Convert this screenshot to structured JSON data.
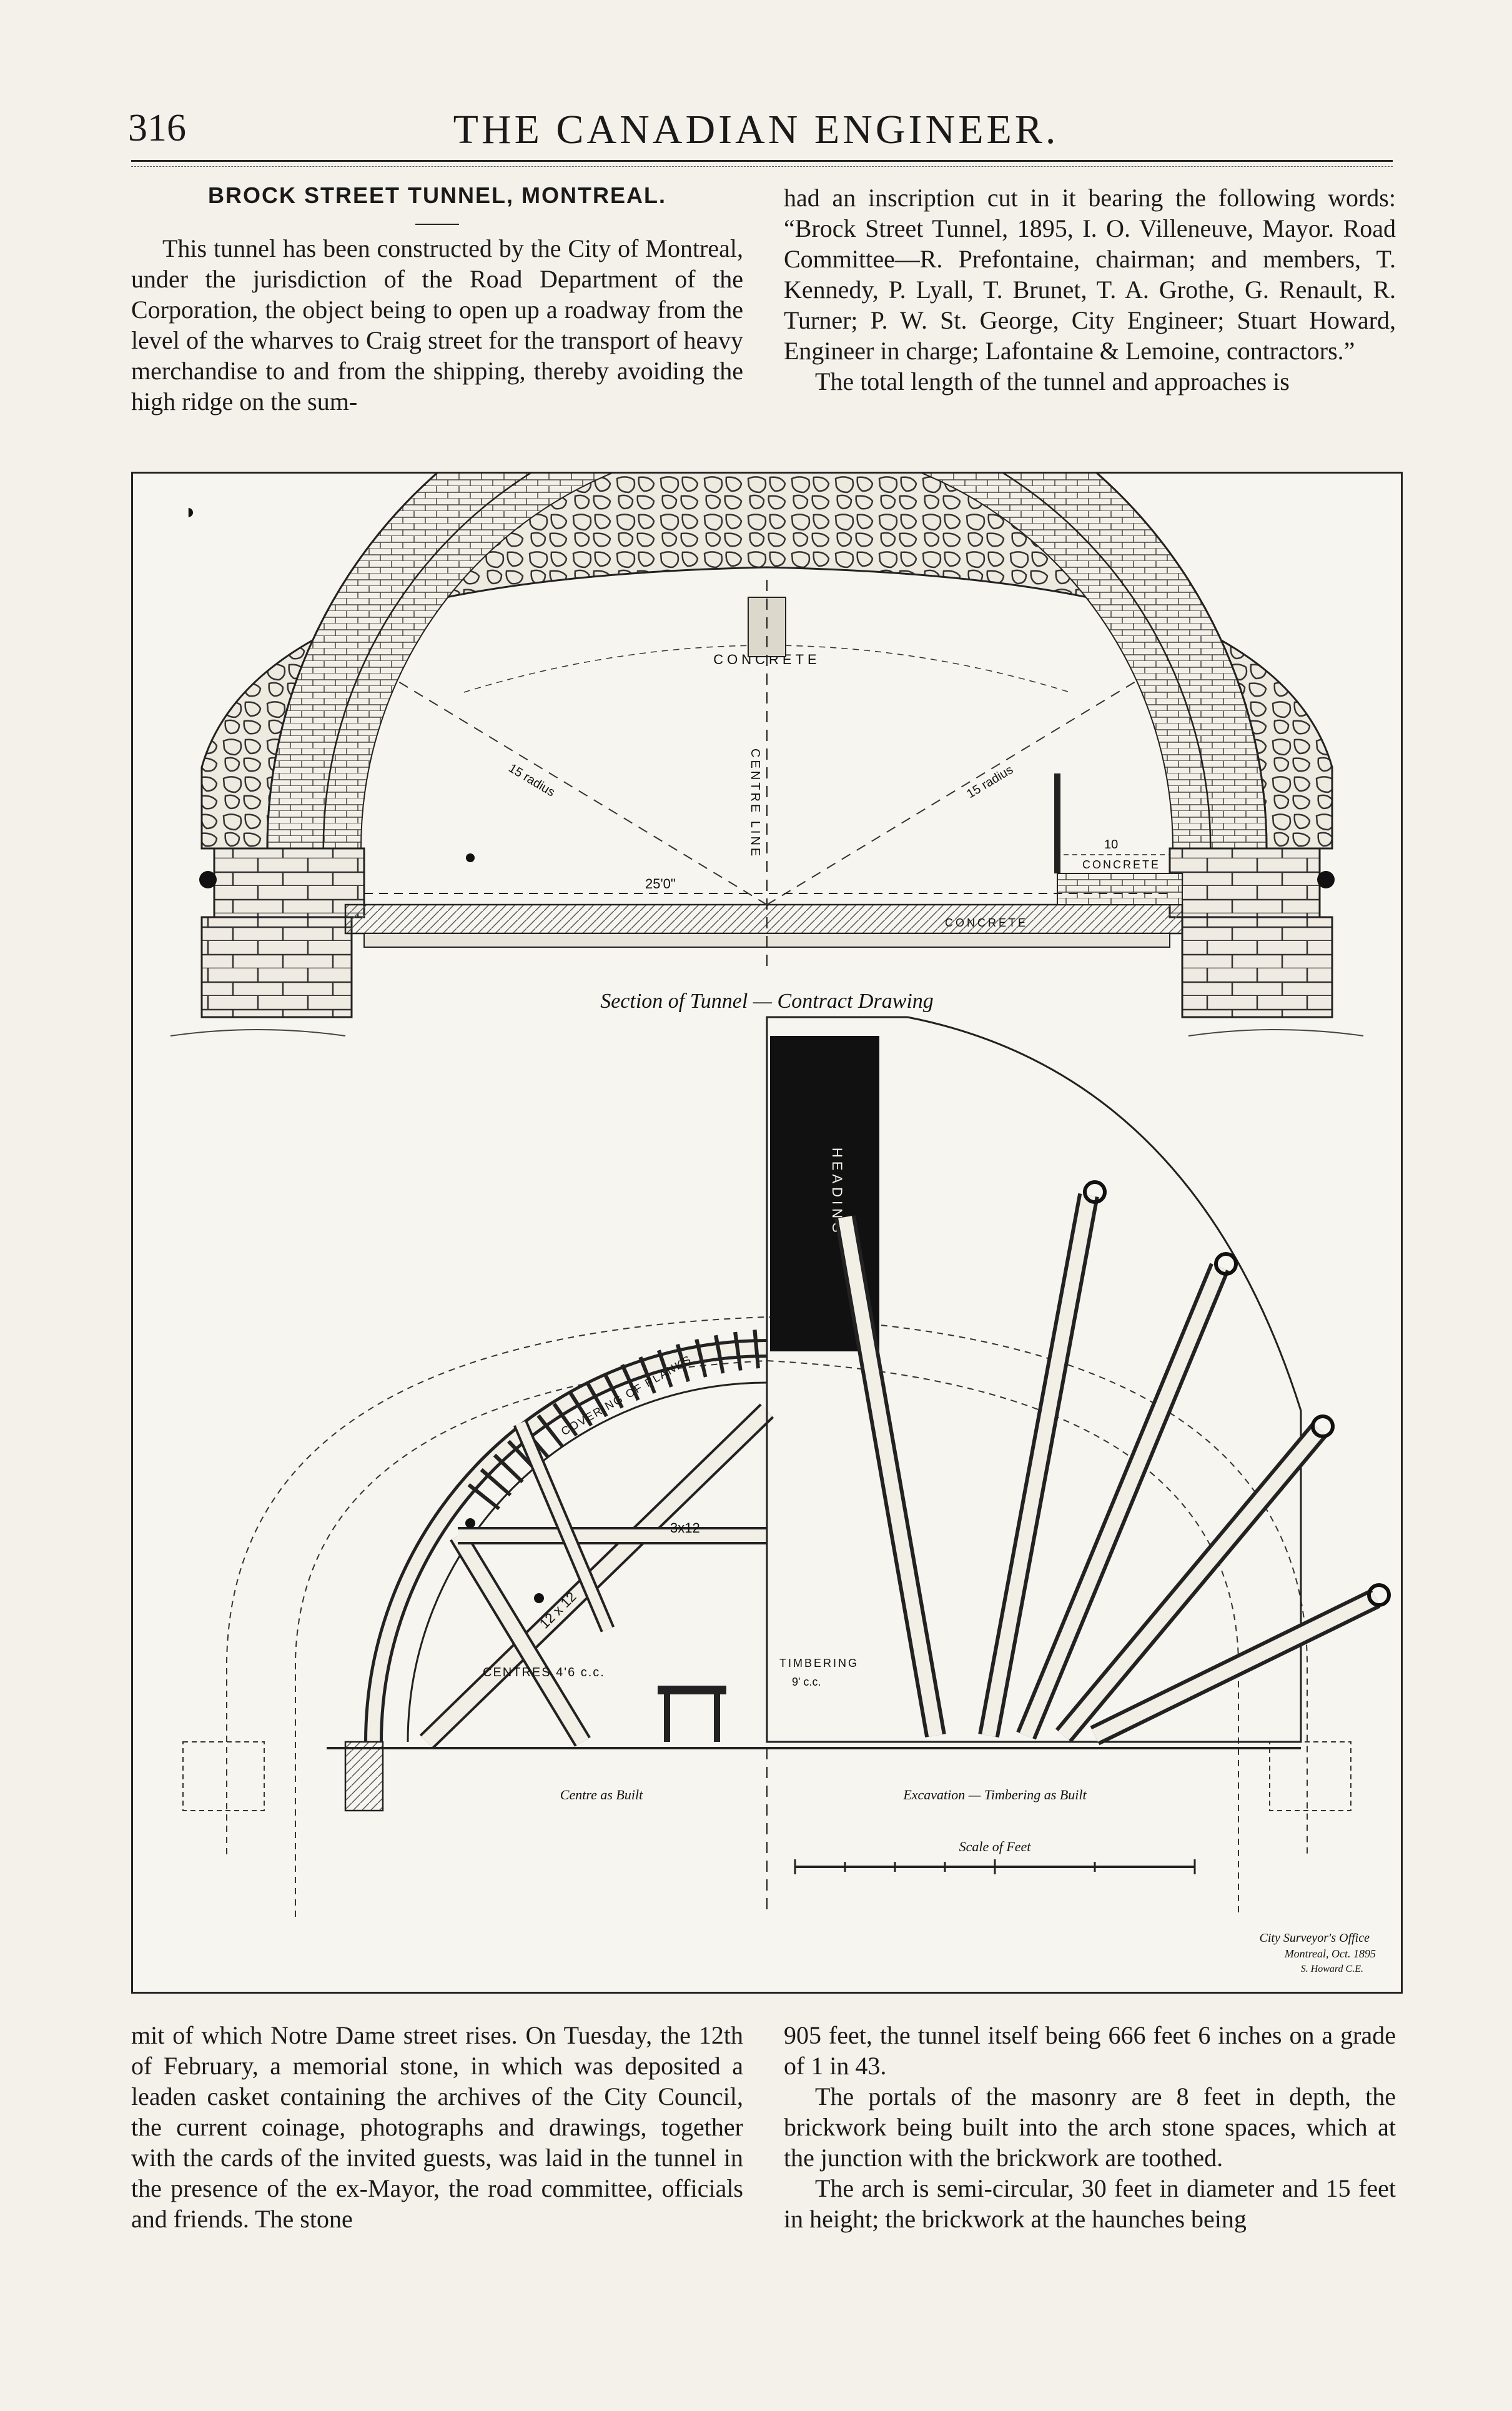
{
  "header": {
    "page_number": "316",
    "journal_title": "THE CANADIAN ENGINEER."
  },
  "article": {
    "title": "BROCK STREET TUNNEL, MONTREAL.",
    "col1_top": "This tunnel has been constructed by the City of Montreal, under the jurisdiction of the Road Department of the Corporation, the object being to open up a roadway from the level of the wharves to Craig street for the transport of heavy merchandise to and from the shipping, thereby avoiding the high ridge on the sum-",
    "col2_top_p1": "had an inscription cut in it bearing the following words: “Brock Street Tunnel, 1895, I. O. Villeneuve, Mayor. Road Committee—R. Prefontaine, chairman; and members, T. Kennedy, P. Lyall, T. Brunet, T. A. Grothe, G. Renault, R. Turner; P. W. St. George, City Engineer; Stuart Howard, Engineer in charge; Lafontaine & Lemoine, contractors.”",
    "col2_top_p2": "The total length of the tunnel and approaches is",
    "col1_bottom": "mit of which Notre Dame street rises. On Tuesday, the 12th of February, a memorial stone, in which was deposited a leaden casket containing the archives of the City Council, the current coinage, photographs and drawings, together with the cards of the invited guests, was laid in the tunnel in the presence of the ex-Mayor, the road committee, officials and friends. The stone",
    "col2_bottom_p1": "905 feet, the tunnel itself being 666 feet 6 inches on a grade of 1 in 43.",
    "col2_bottom_p2": "The portals of the masonry are 8 feet in depth, the brickwork being built into the arch stone spaces, which at the junction with the brickwork are toothed.",
    "col2_bottom_p3": "The arch is semi-circular, 30 feet in diameter and 15 feet in height; the brickwork at the haunches being"
  },
  "figure": {
    "title": "BROCK STREET TUNNEL",
    "upper_caption": "Section of Tunnel — Contract Drawing",
    "label_concrete_top": "CONCRETE",
    "label_centre_line": "CENTRE LINE",
    "label_radius_left": "15 radius",
    "label_radius_right": "15 radius",
    "label_span": "25'0\"",
    "label_concrete_floor": "CONCRETE",
    "label_concrete_right": "CONCRETE",
    "label_ten": "10",
    "label_heading": "HEADING",
    "label_timbering": "TIMBERING",
    "label_timbering_spacing": "9' c.c.",
    "label_centres": "CENTRES 4'6 c.c.",
    "label_3x12": "3x12",
    "label_12x12": "12 x 12",
    "label_lagging": "COVERING OF PLANKS",
    "caption_left": "Centre as Built",
    "caption_right": "Excavation — Timbering as Built",
    "caption_scale": "Scale of Feet",
    "credit_line1": "City Surveyor's Office",
    "credit_line2": "Montreal, Oct. 1895",
    "credit_line3": "S. Howard C.E."
  }
}
